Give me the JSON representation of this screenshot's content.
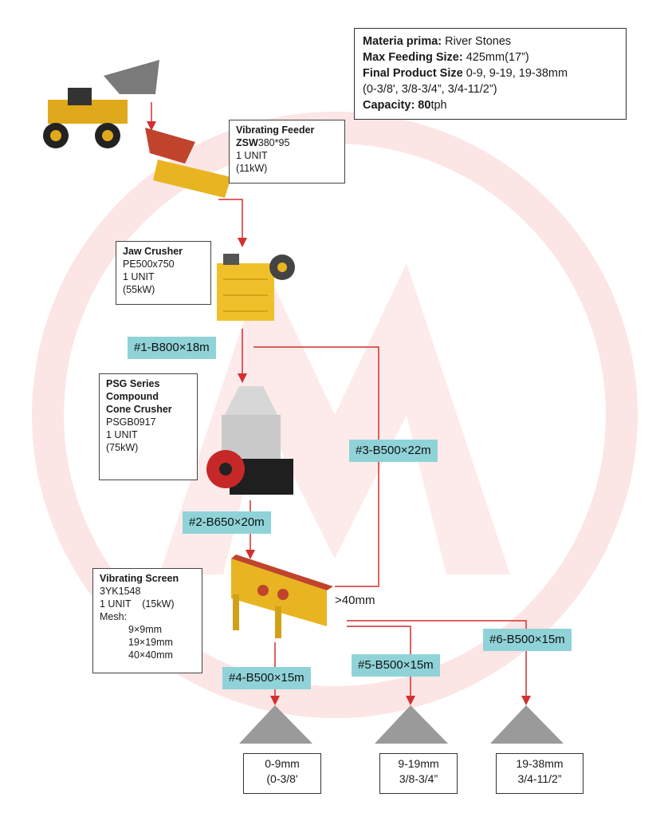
{
  "colors": {
    "watermark": "#e53935",
    "line": "#d32f2f",
    "belt": "#8fd3d8",
    "machine": "#e8b422"
  },
  "specs": {
    "material_label": "Materia prima:",
    "material_value": " River Stones",
    "feed_label": "Max Feeding Size:",
    "feed_value": " 425mm(17”)",
    "product_label": "Final Product Size",
    "product_value": " 0-9, 9-19, 19-38mm",
    "product_inch": "(0-3/8', 3/8-3/4”, 3/4-11/2”)",
    "capacity_label": "Capacity:",
    "capacity_num": " 80",
    "capacity_unit": "tph"
  },
  "equipment": {
    "feeder": {
      "title": "Vibrating Feeder",
      "model_bold": "ZSW",
      "model_rest": "380*95",
      "units": "1 UNIT",
      "power": "(11kW)"
    },
    "jaw": {
      "title": "Jaw Crusher",
      "model": "PE500x750",
      "units": "1 UNIT",
      "power": "(55kW)"
    },
    "cone": {
      "title1": "PSG Series",
      "title2": "Compound",
      "title3": "Cone Crusher",
      "model": "PSGB0917",
      "units": "1 UNIT",
      "power": "(75kW)"
    },
    "screen": {
      "title": "Vibrating Screen",
      "model": "3YK1548",
      "units_power": "1 UNIT    (15kW)",
      "mesh_label": "Mesh:",
      "mesh1": "9×9mm",
      "mesh2": "19×19mm",
      "mesh3": "40×40mm"
    }
  },
  "belts": {
    "b1": "#1-B800×18m",
    "b2": "#2-B650×20m",
    "b3": "#3-B500×22m",
    "b4": "#4-B500×15m",
    "b5": "#5-B500×15m",
    "b6": "#6-B500×15m"
  },
  "oversize_label": ">40mm",
  "products": [
    {
      "mm": "0-9mm",
      "inch": "(0-3/8'"
    },
    {
      "mm": "9-19mm",
      "inch": "3/8-3/4”"
    },
    {
      "mm": "19-38mm",
      "inch": "3/4-11/2”"
    }
  ]
}
